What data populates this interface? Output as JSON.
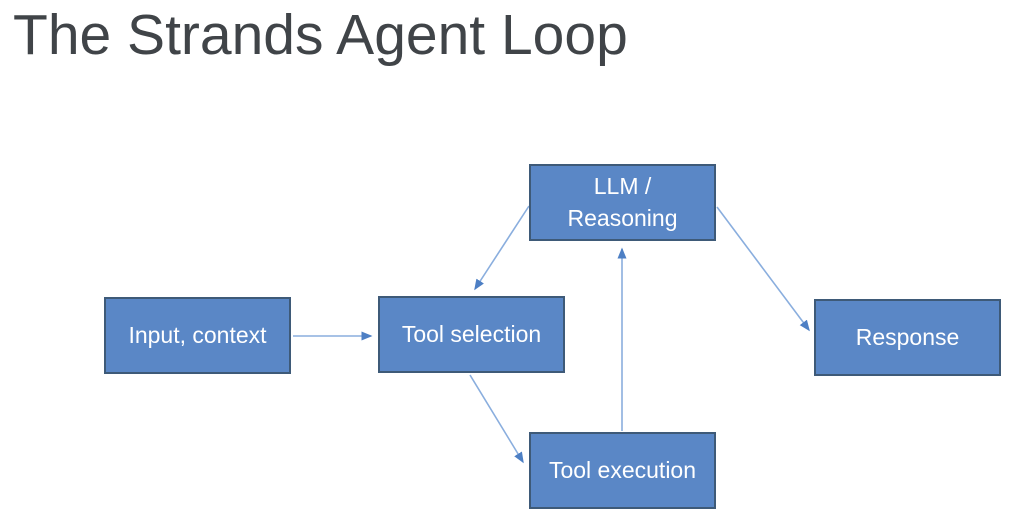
{
  "title": "The Strands Agent Loop",
  "diagram": {
    "nodes": {
      "input": {
        "label": "Input, context"
      },
      "tool_selection": {
        "label": "Tool selection"
      },
      "llm": {
        "lines": [
          "LLM /",
          "Reasoning"
        ]
      },
      "tool_execution": {
        "label": "Tool execution"
      },
      "response": {
        "label": "Response"
      }
    },
    "arrows": [
      {
        "from": "input",
        "to": "tool_selection"
      },
      {
        "from": "llm",
        "to": "tool_selection"
      },
      {
        "from": "llm",
        "to": "response"
      },
      {
        "from": "tool_selection",
        "to": "tool_execution"
      },
      {
        "from": "tool_execution",
        "to": "llm"
      }
    ],
    "colors": {
      "background": "#ffffff",
      "title_text": "#404448",
      "node_fill": "#5a87c6",
      "node_border": "#3e5a78",
      "node_text": "#ffffff",
      "arrow_line": "#8aaede",
      "arrow_head": "#4d7fc4"
    }
  }
}
